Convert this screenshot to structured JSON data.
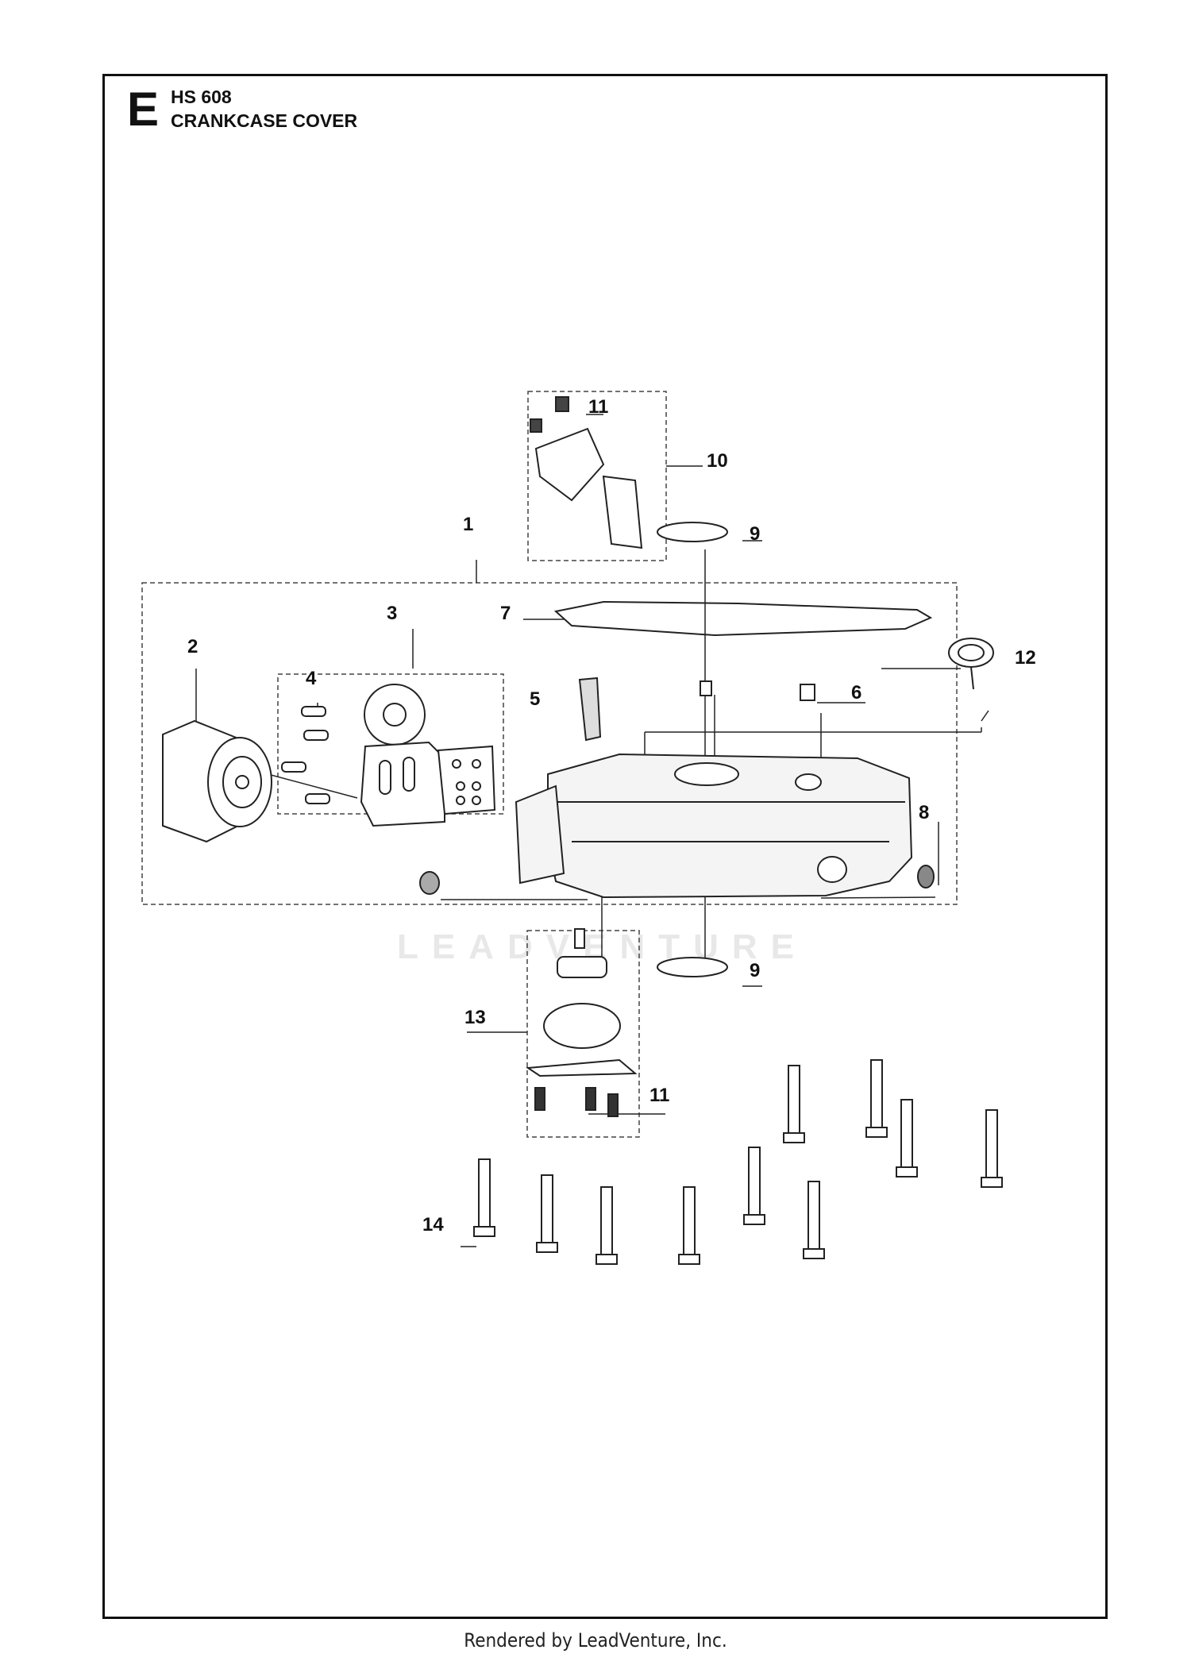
{
  "header": {
    "section_letter": "E",
    "model": "HS 608",
    "title": "CRANKCASE COVER"
  },
  "watermark": "LEADVENTURE",
  "footer": "Rendered by LeadVenture, Inc.",
  "callouts": [
    "1",
    "2",
    "3",
    "4",
    "5",
    "6",
    "7",
    "8",
    "9",
    "9",
    "10",
    "11",
    "11",
    "12",
    "13",
    "14"
  ]
}
